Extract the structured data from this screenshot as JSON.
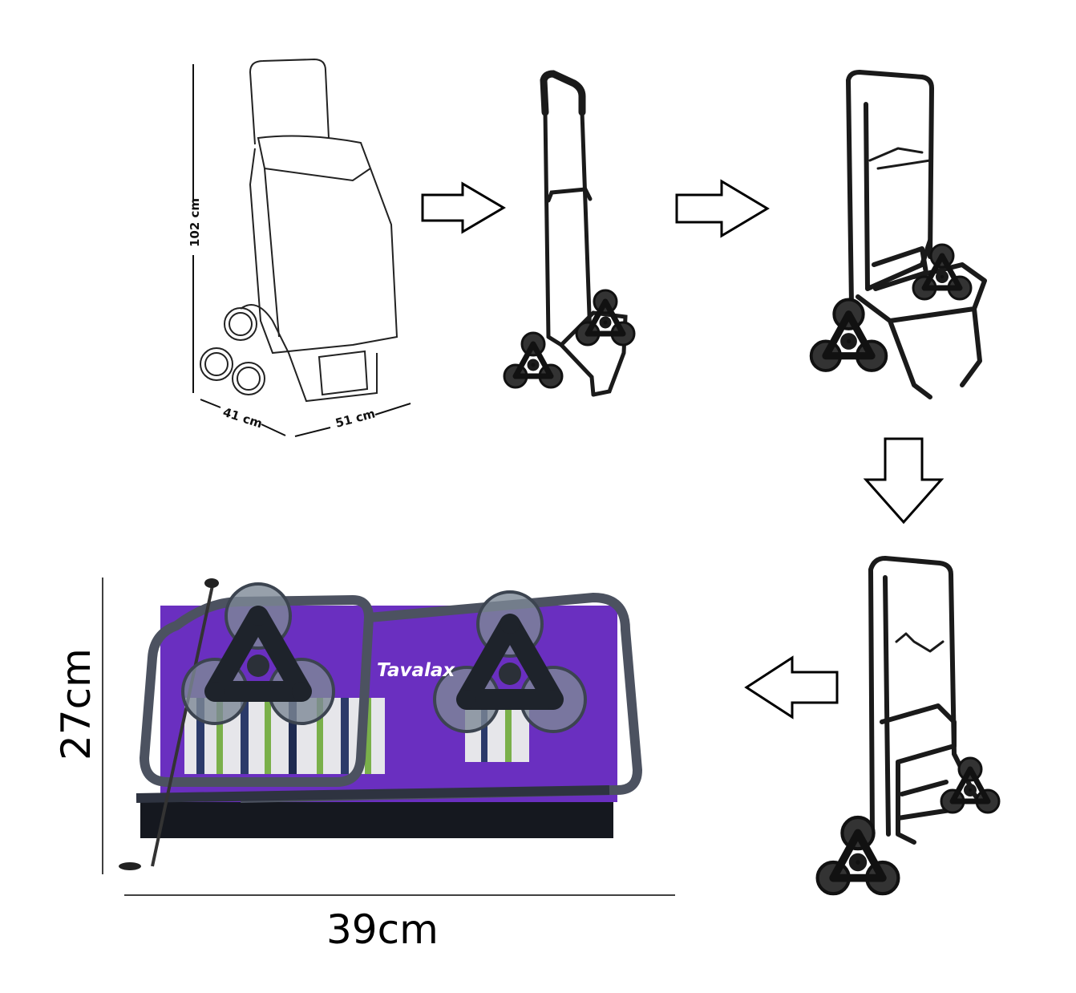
{
  "title": "Stair-climbing shopping trolley folding steps",
  "dimensions": {
    "height": "102 cm",
    "depth": "41 cm",
    "width": "51 cm",
    "folded_height": "27cm",
    "folded_width": "39cm"
  },
  "brand_logo": "Tavalax",
  "colors": {
    "frame": "#1a1a1a",
    "bag": "#6a2fc0",
    "wheel": "#5a6470",
    "arrow_stroke": "#000000"
  },
  "steps": [
    {
      "name": "trolley-with-bag"
    },
    {
      "name": "frame-unfolded"
    },
    {
      "name": "frame-handle-lowered"
    },
    {
      "name": "frame-folding"
    },
    {
      "name": "frame-folded"
    }
  ]
}
